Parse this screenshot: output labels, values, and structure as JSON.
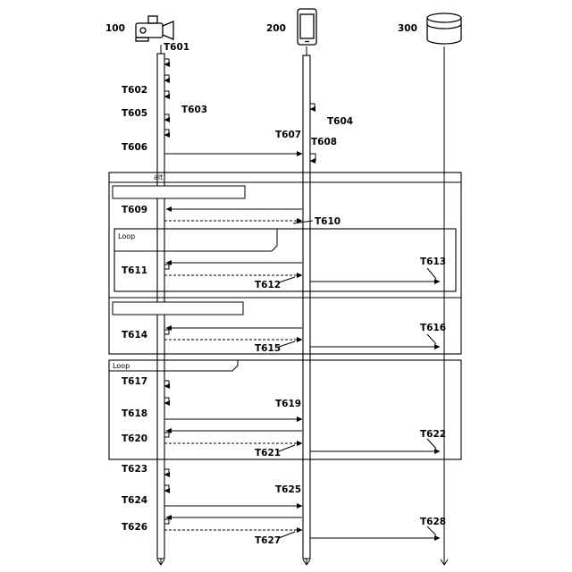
{
  "participants": {
    "camera": {
      "ref": "100",
      "icon": "video-camera-icon"
    },
    "phone": {
      "ref": "200",
      "icon": "smartphone-icon"
    },
    "server": {
      "ref": "300",
      "icon": "server-storage-icon"
    }
  },
  "steps": {
    "t601": "T601",
    "t602": "T602",
    "t603": "T603",
    "t604": "T604",
    "t605": "T605",
    "t606": "T606",
    "t607": "T607",
    "t608": "T608",
    "t609": "T609",
    "t610": "T610",
    "t611": "T611",
    "t612": "T612",
    "t613": "T613",
    "t614": "T614",
    "t615": "T615",
    "t616": "T616",
    "t617": "T617",
    "t618": "T618",
    "t619": "T619",
    "t620": "T620",
    "t621": "T621",
    "t622": "T622",
    "t623": "T623",
    "t624": "T624",
    "t625": "T625",
    "t626": "T626",
    "t627": "T627",
    "t628": "T628"
  },
  "frames": {
    "alt": {
      "keyword": "alt"
    },
    "not_first": {
      "condition": ""
    },
    "loop1": {
      "keyword": "Loop",
      "condition_line1": "",
      "condition_line2": ""
    },
    "is_first": {
      "condition": ""
    },
    "loop2": {
      "keyword": "Loop",
      "condition": ""
    }
  },
  "messages": {
    "record_start": "",
    "fixed_time_record_1": "",
    "chunk_file_gen_1": "",
    "phone_auto_transfer": "",
    "fixed_time_record_2": "",
    "chunk_file_gen_2": "",
    "chunk_gen_notify_1": "",
    "is_first_check": "",
    "image_list_request": "",
    "image_list_send": "",
    "chunk_send_request_1": "",
    "chunk_send_1": "",
    "chunk_file_send_1": "",
    "chunk_send_request_2": "",
    "chunk_send_2": "",
    "chunk_file_send_2": "",
    "fixed_time_record_3": "",
    "chunk_file_gen_3": "",
    "chunk_gen_notify_2": "",
    "chunk_send_request_3": "",
    "chunk_send_3": "",
    "chunk_file_send_3": "",
    "record_stop": "",
    "chunk_file_gen_4": "",
    "chunk_gen_notify_3": "",
    "chunk_send_request_4": "",
    "chunk_send_4": "",
    "chunk_file_send_4": ""
  }
}
